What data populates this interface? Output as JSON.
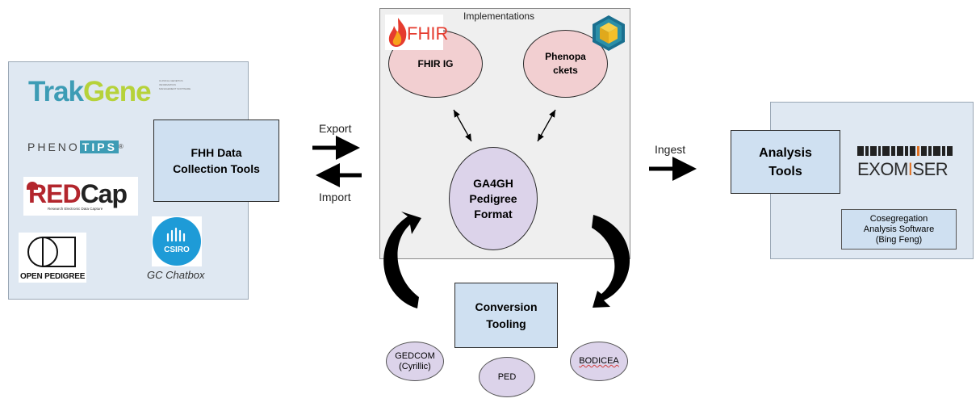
{
  "left_panel": {
    "logos": {
      "trakgene": {
        "part1": "Trak",
        "part2": "Gene",
        "tagline": "CLINICAL GENETICS INFORMATION MANAGEMENT SOFTWARE"
      },
      "phenotips": {
        "part1": "PHENO",
        "part2": "TIPS",
        "mark": "®"
      },
      "redcap": {
        "part1": "RED",
        "part2": "Cap",
        "subtitle": "Research Electronic Data Capture"
      },
      "open_pedigree": "OPEN PEDIGREE",
      "csiro": "CSIRO"
    },
    "chatbox_label": "GC Chatbox",
    "fhh_box": {
      "line1": "FHH Data",
      "line2": "Collection Tools"
    }
  },
  "flow": {
    "export_label": "Export",
    "import_label": "Import",
    "ingest_label": "Ingest"
  },
  "center_panel": {
    "title": "Implementations",
    "fhir_logo_text": "FHIR",
    "fhir_ig": "FHIR IG",
    "phenopackets": {
      "line1": "Phenopa",
      "line2": "ckets"
    },
    "ga4gh": {
      "line1": "GA4GH",
      "line2": "Pedigree",
      "line3": "Format"
    }
  },
  "conversion": {
    "box": {
      "line1": "Conversion",
      "line2": "Tooling"
    },
    "formats": {
      "gedcom": {
        "line1": "GEDCOM",
        "line2": "(Cyrillic)"
      },
      "ped": "PED",
      "bodicea": "BODICEA"
    }
  },
  "right_panel": {
    "analysis_box": {
      "line1": "Analysis",
      "line2": "Tools"
    },
    "exomiser": {
      "part1": "EXOM",
      "part2": "I",
      "part3": "SER"
    },
    "coseg_box": {
      "line1": "Cosegregation",
      "line2": "Analysis Software",
      "line3": "(Bing Feng)"
    }
  },
  "colors": {
    "panel_blue": "#dfe8f2",
    "box_blue": "#cfe0f1",
    "pink": "#f2cfd1",
    "lavender": "#dcd3ea",
    "center_gray": "#efefef"
  }
}
